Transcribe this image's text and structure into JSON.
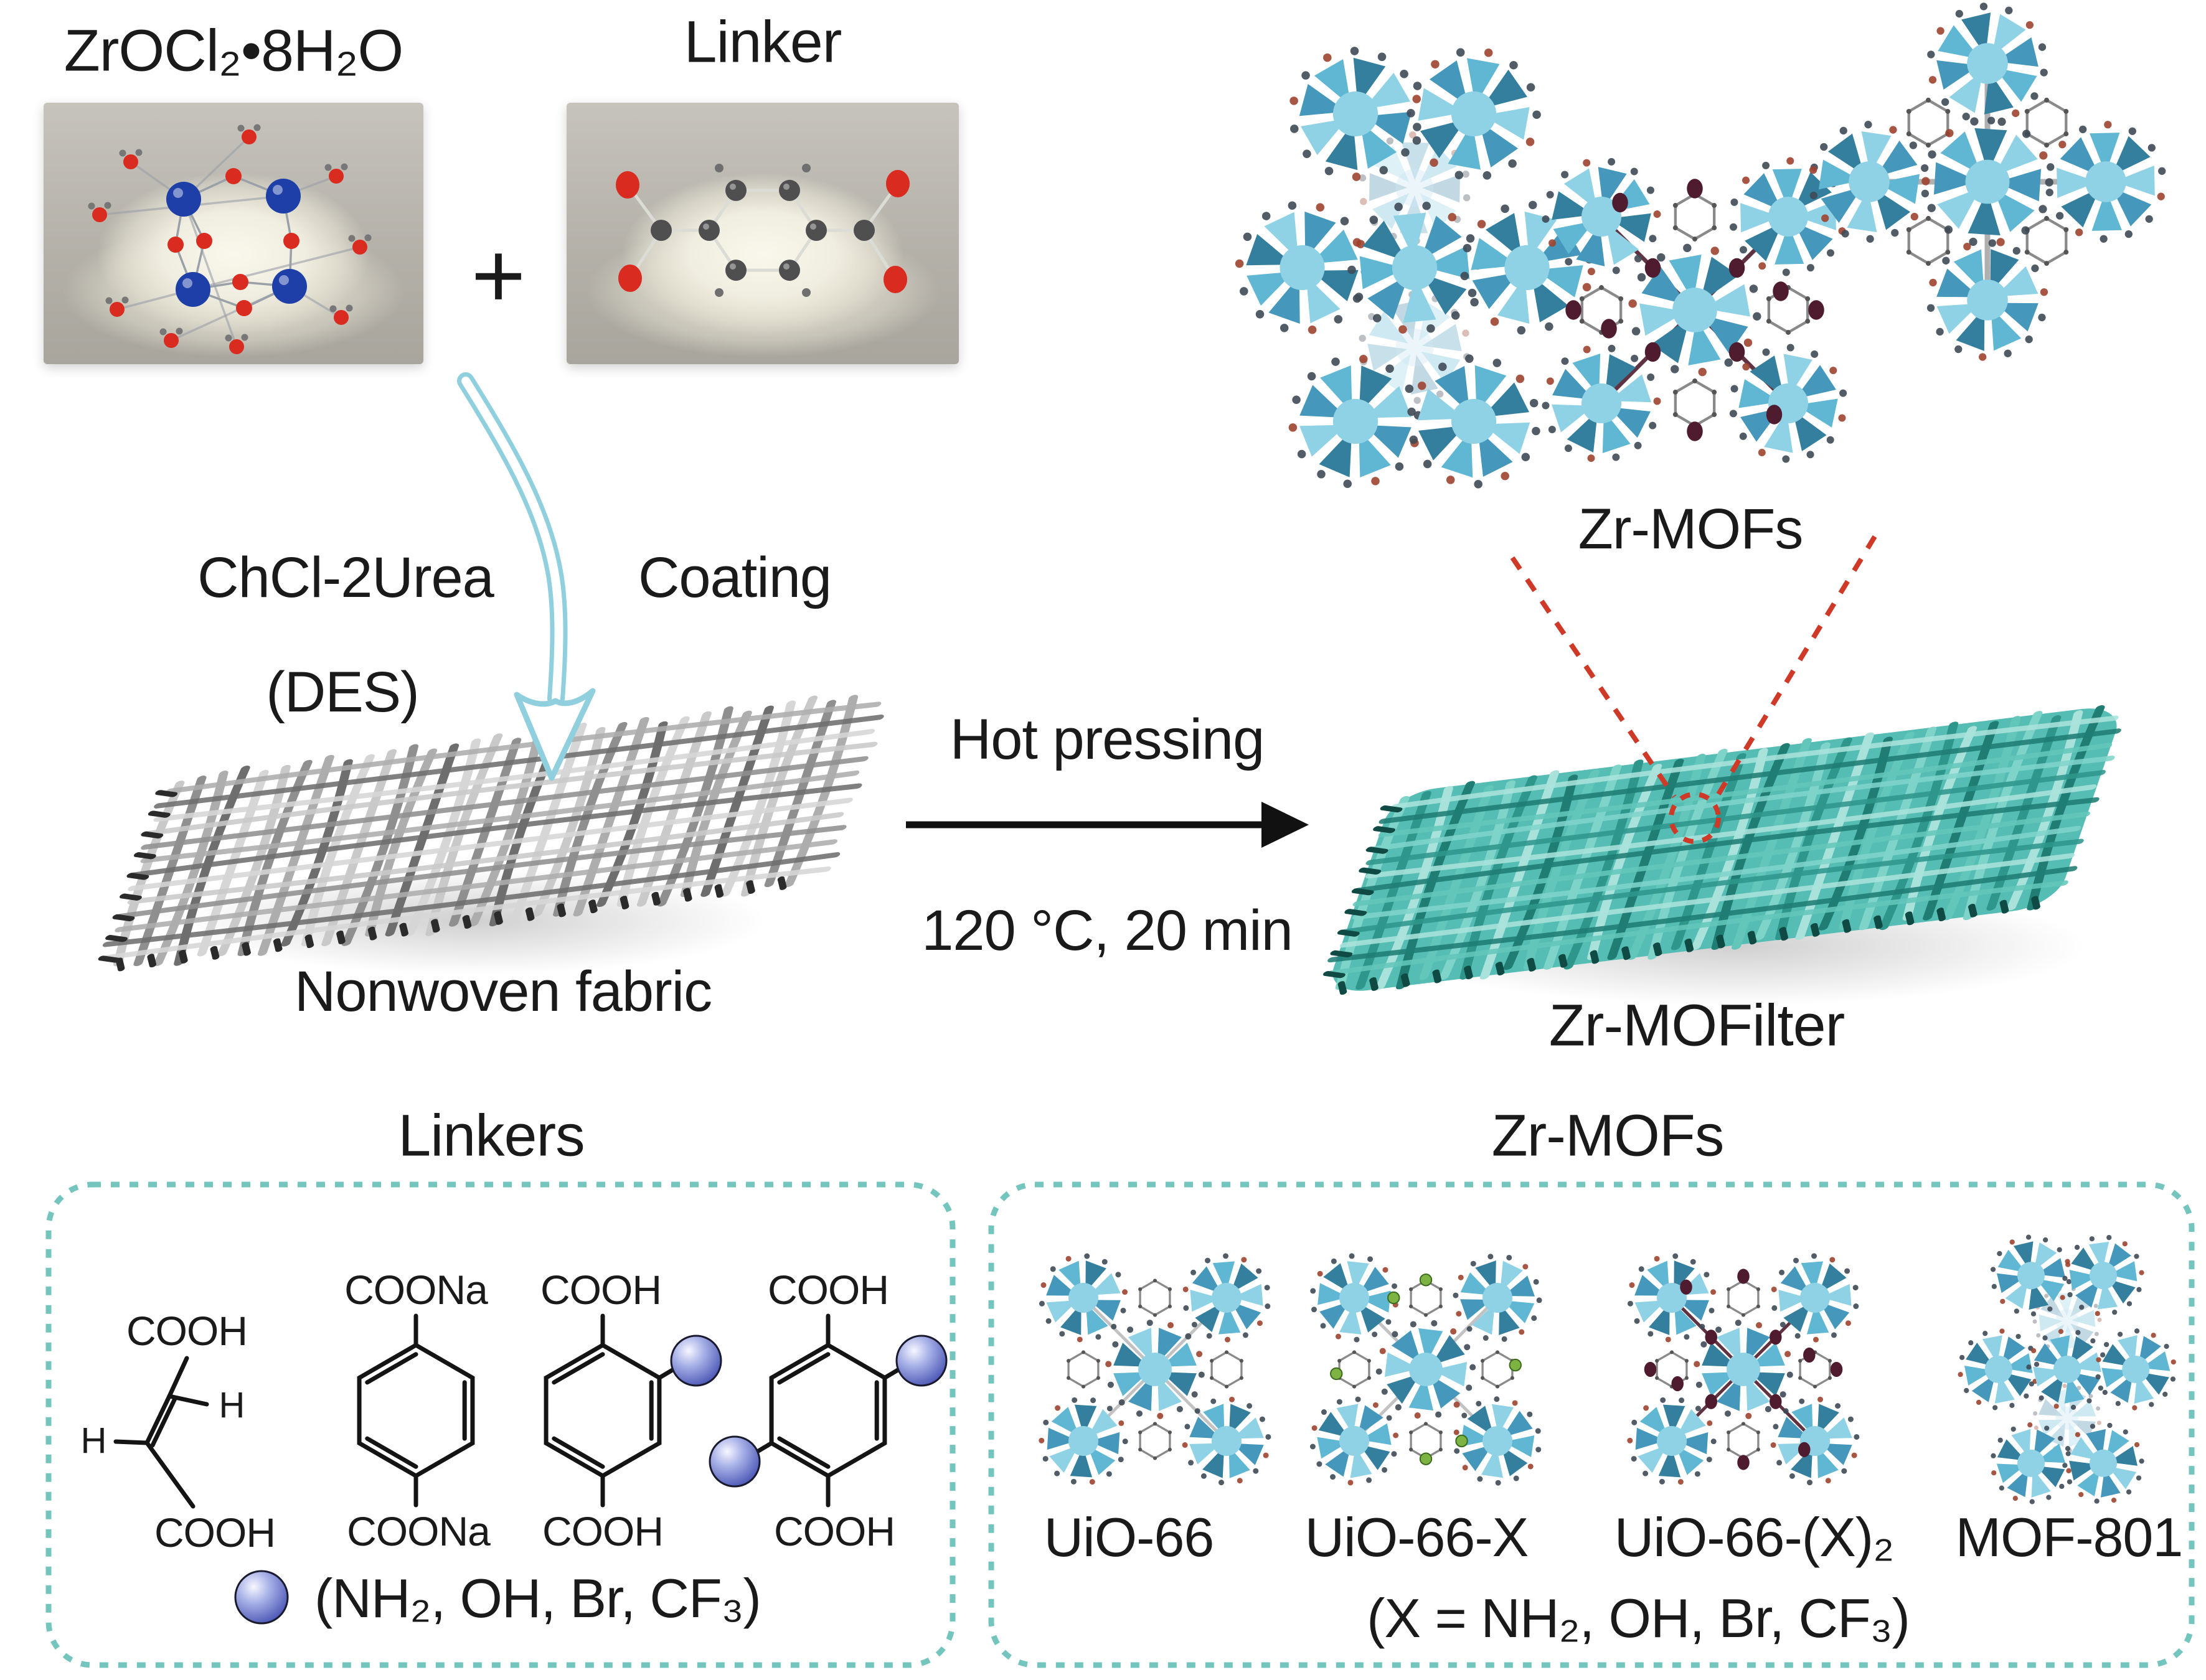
{
  "palette": {
    "text": "#1a1a1a",
    "panel_border": "#74c5bd",
    "mof_cyan": "#5fb7d4",
    "mof_cyan_dark": "#357f9e",
    "mof_cyan_light": "#8fd2e6",
    "mof_cyan_mid": "#4598bb",
    "fabric_teal_base": "#55bdb3",
    "fabric_gray_tip": "#2b2b2b",
    "fabric_teal_tip": "#0f4a44",
    "arrow_blue": "#90cfdd",
    "arrow_black": "#111111",
    "dashed_red": "#cf3a28",
    "sphere_blue": "#4a56b5",
    "atom_red": "#d92b20",
    "atom_zr_blue": "#1e3ea8",
    "atom_carbon_gray": "#4f4f4f",
    "green_dot": "#7cb342",
    "maroon_dot": "#4f1b2e",
    "bond_black": "#141414"
  },
  "reactants": {
    "zirconium_salt_label": "ZrOCl₂•8H₂O",
    "plus_sign": "+",
    "linker_label": "Linker"
  },
  "coating_step": {
    "solvent_line1": "ChCl-2Urea",
    "solvent_line2": "(DES)",
    "action_label": "Coating"
  },
  "substrate_label": "Nonwoven fabric",
  "hot_press_step": {
    "line1": "Hot pressing",
    "line2": "120 °C, 20 min"
  },
  "zr_mofs_top_label": "Zr-MOFs",
  "product_label": "Zr-MOFilter",
  "linkers_panel": {
    "title": "Linkers",
    "structures": [
      {
        "name": "fumaric-acid",
        "top_label": "COOH",
        "bottom_label": "COOH",
        "h_right": "H",
        "h_left": "H"
      },
      {
        "name": "terephthalate-disodium",
        "top_label": "COONa",
        "bottom_label": "COONa"
      },
      {
        "name": "substituted-terephthalic-acid",
        "top_label": "COOH",
        "bottom_label": "COOH"
      },
      {
        "name": "disubstituted-terephthalic-acid",
        "top_label": "COOH",
        "bottom_label": "COOH"
      }
    ],
    "legend_text": "(NH₂, OH, Br, CF₃)"
  },
  "mofs_panel": {
    "title": "Zr-MOFs",
    "items": [
      {
        "label": "UiO-66"
      },
      {
        "label": "UiO-66-X"
      },
      {
        "label": "UiO-66-(X)₂"
      },
      {
        "label": "MOF-801"
      }
    ],
    "footnote": "(X = NH₂, OH, Br, CF₃)"
  }
}
